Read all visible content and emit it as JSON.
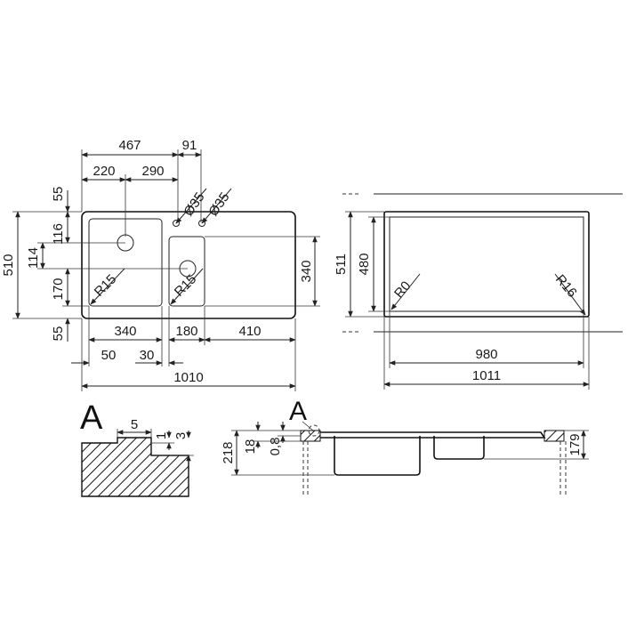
{
  "colors": {
    "line": "#222222",
    "background": "#ffffff"
  },
  "plan_left": {
    "top": [
      "467",
      "91",
      "220",
      "290"
    ],
    "holes": [
      "Ø35",
      "Ø35"
    ],
    "left_side": [
      "55",
      "116",
      "114",
      "170",
      "55"
    ],
    "overall_height": "510",
    "radius_labels": [
      "R15",
      "R15"
    ],
    "right_side": "340",
    "bottom_row1": [
      "340",
      "180",
      "410"
    ],
    "bottom_row2": [
      "50",
      "30"
    ],
    "overall_width": "1010"
  },
  "plan_right": {
    "heights": [
      "511",
      "480"
    ],
    "radius_labels": [
      "R0",
      "R16"
    ],
    "widths": [
      "980",
      "1011"
    ]
  },
  "section_detail": {
    "label": "A",
    "dims": [
      "5",
      "1",
      "3"
    ]
  },
  "section_side": {
    "label": "A",
    "dims": [
      "218",
      "18",
      "0,8",
      "179"
    ]
  }
}
